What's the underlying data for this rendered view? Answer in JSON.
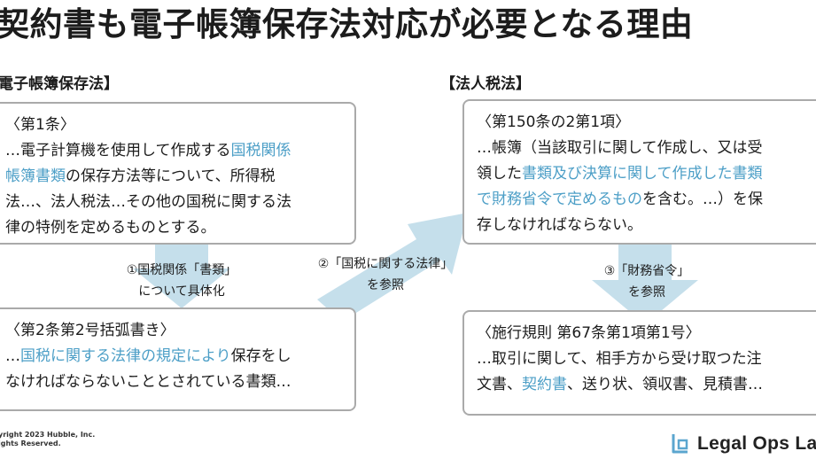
{
  "title": "契約書も電子帳簿保存法対応が必要となる理由",
  "left_section_label": "電子帳簿保存法】",
  "right_section_label": "【法人税法】",
  "box_left_top": {
    "heading": "〈第1条〉",
    "line1_a": "…電子計算機を使用して作成する",
    "line1_hl": "国税関係",
    "line2_hl": "帳簿書類",
    "line2_b": "の保存方法等について、所得税",
    "line3": "法…、法人税法…その他の国税に関する法",
    "line4": "律の特例を定めるものとする。"
  },
  "box_left_bottom": {
    "heading": "〈第2条第2号括弧書き〉",
    "line1_a": "…",
    "line1_hl": "国税に関する法律の規定により",
    "line1_b": "保存をし",
    "line2": "なければならないこととされている書類…"
  },
  "box_right_top": {
    "heading": "〈第150条の2第1項〉",
    "line1": "…帳簿（当該取引に関して作成し、又は受",
    "line2_a": "領した",
    "line2_hl": "書類及び決算に関して作成した書類",
    "line3_hl": "で財務省令で定めるもの",
    "line3_b": "を含む。…）を保",
    "line4": "存しなければならない。"
  },
  "box_right_bottom": {
    "heading": "〈施行規則 第67条第1項第1号〉",
    "line1": "…取引に関して、相手方から受け取つた注",
    "line2_a": "文書、",
    "line2_hl": "契約書",
    "line2_b": "、送り状、領収書、見積書…"
  },
  "notes": {
    "n1_line1": "①国税関係「書類」",
    "n1_line2": "について具体化",
    "n2_line1": "②「国税に関する法律」",
    "n2_line2": "を参照",
    "n3_line1": "③「財務省令」",
    "n3_line2": "を参照"
  },
  "footer": {
    "copyright_line1": "yright 2023 Hubble, Inc.",
    "copyright_line2": "ights Reserved.",
    "brand_name": "Legal Ops La",
    "brand_icon": "legal-ops-logo-icon"
  },
  "colors": {
    "highlight": "#4d9fc7",
    "arrow": "#c5dfeb",
    "box_border": "#aaaaaa",
    "logo": "#5ba6cf"
  }
}
